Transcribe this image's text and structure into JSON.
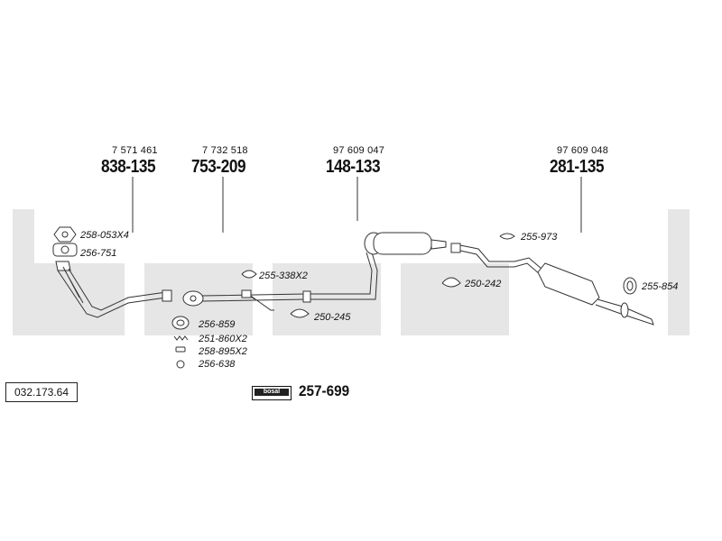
{
  "diagram_id": "032.173.64",
  "kit": {
    "logo_text": "bosal",
    "part_number": "257-699"
  },
  "assemblies": [
    {
      "oem_number": "7 571 461",
      "part_number": "838-135"
    },
    {
      "oem_number": "7 732 518",
      "part_number": "753-209"
    },
    {
      "oem_number": "97 609 047",
      "part_number": "148-133"
    },
    {
      "oem_number": "97 609 048",
      "part_number": "281-135"
    }
  ],
  "fittings": [
    "258-053X4",
    "256-751",
    "255-338X2",
    "256-859",
    "251-860X2",
    "258-895X2",
    "256-638",
    "250-245",
    "250-242",
    "255-973",
    "255-854"
  ],
  "watermark_text": "bosal",
  "colors": {
    "watermark": "#e6e6e6",
    "line": "#333333"
  }
}
